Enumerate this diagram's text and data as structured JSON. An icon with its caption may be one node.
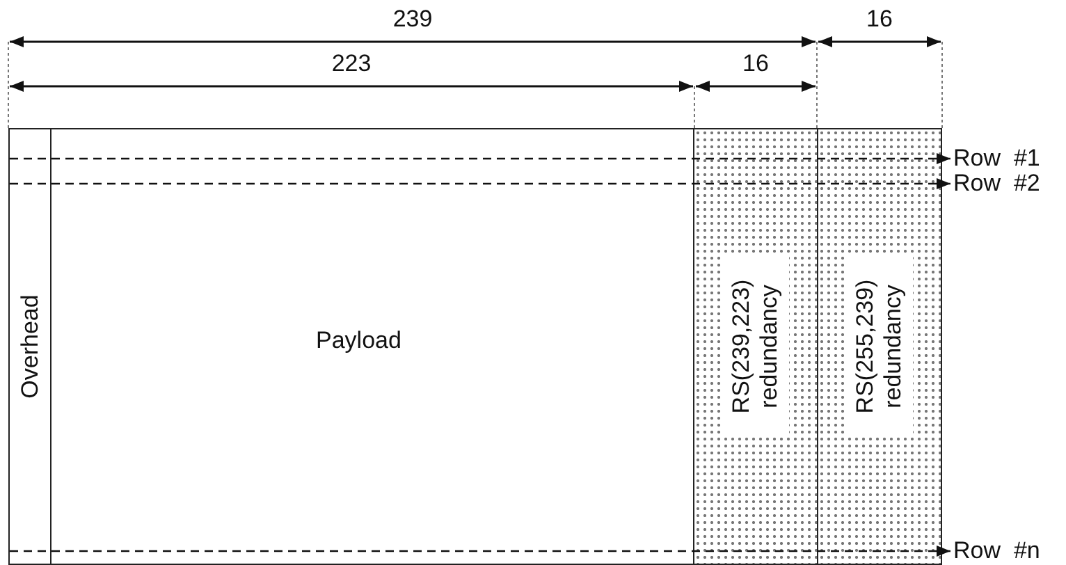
{
  "diagram": {
    "nodes": [
      {
        "text": [
          "Overhead"
        ]
      },
      {
        "text": [
          "Payload"
        ]
      },
      {
        "text": [
          "RS(239,223) redundancy"
        ]
      },
      {
        "text": [
          "RS(255,239) redundancy"
        ]
      },
      {
        "text": [
          "Row  #1"
        ]
      },
      {
        "text": [
          "Row  #2"
        ]
      },
      {
        "text": [
          "Row  #n"
        ]
      }
    ],
    "edges": [
      {
        "from": 0,
        "to": 4,
        "arrow": "to",
        "style": "dashed"
      },
      {
        "from": 0,
        "to": 5,
        "arrow": "to",
        "style": "dashed"
      },
      {
        "from": 0,
        "to": 6,
        "arrow": "to",
        "style": "dashed"
      }
    ],
    "labels": [
      "239",
      "16",
      "223",
      "16"
    ]
  }
}
